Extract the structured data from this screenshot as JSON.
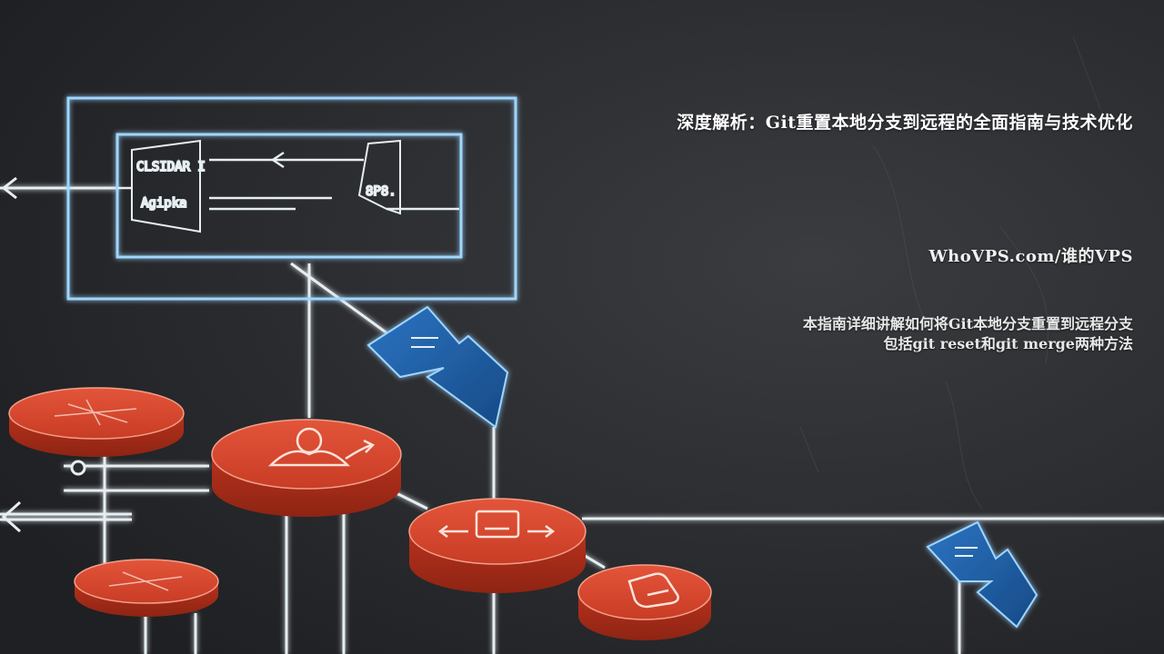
{
  "headline": "深度解析：Git重置本地分支到远程的全面指南与技术优化",
  "site": "WhoVPS.com/谁的VPS",
  "description": [
    "本指南详细讲解如何将Git本地分支重置到远程分支",
    "包括git reset和git merge两种方法"
  ],
  "colors": {
    "background": "#2b2d30",
    "headline_text": "#ffffff",
    "secondary_text": "#e8e8e8",
    "neon_frame": "#9fd6ff",
    "node_red": "#d9472e",
    "arrow_blue": "#1e5fa8",
    "line_white": "#e6eef2"
  },
  "illustration": {
    "icons": [
      "user-icon",
      "window-icon",
      "document-icon",
      "scribble-icon"
    ]
  }
}
